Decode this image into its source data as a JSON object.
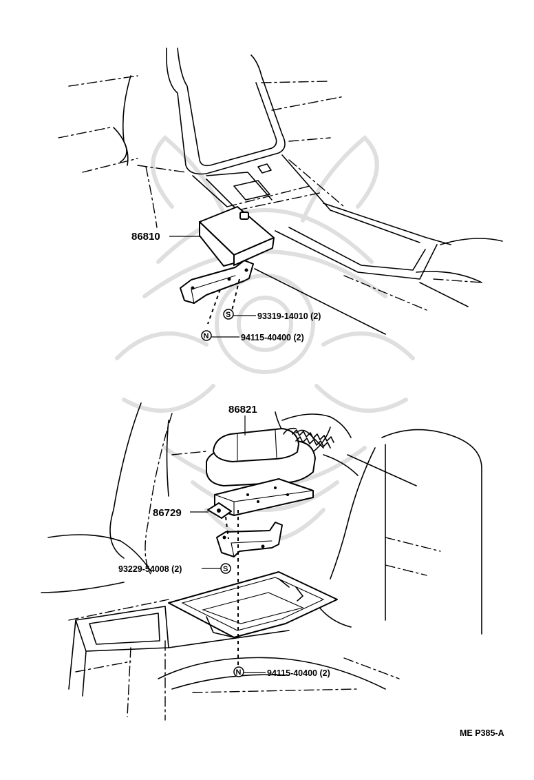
{
  "diagram": {
    "part_labels": {
      "p86810": "86810",
      "p86821": "86821",
      "p86729": "86729"
    },
    "fasteners": {
      "f1": {
        "symbol": "S",
        "text": "93319-14010 (2)"
      },
      "f2": {
        "symbol": "N",
        "text": "94115-40400 (2)"
      },
      "f3": {
        "symbol": "S",
        "text": "93229-54008 (2)"
      },
      "f4": {
        "symbol": "N",
        "text": "94115-40400 (2)"
      }
    },
    "reference_code": "ME P385-A",
    "watermark_icon": "samurai-helmet-icon"
  }
}
